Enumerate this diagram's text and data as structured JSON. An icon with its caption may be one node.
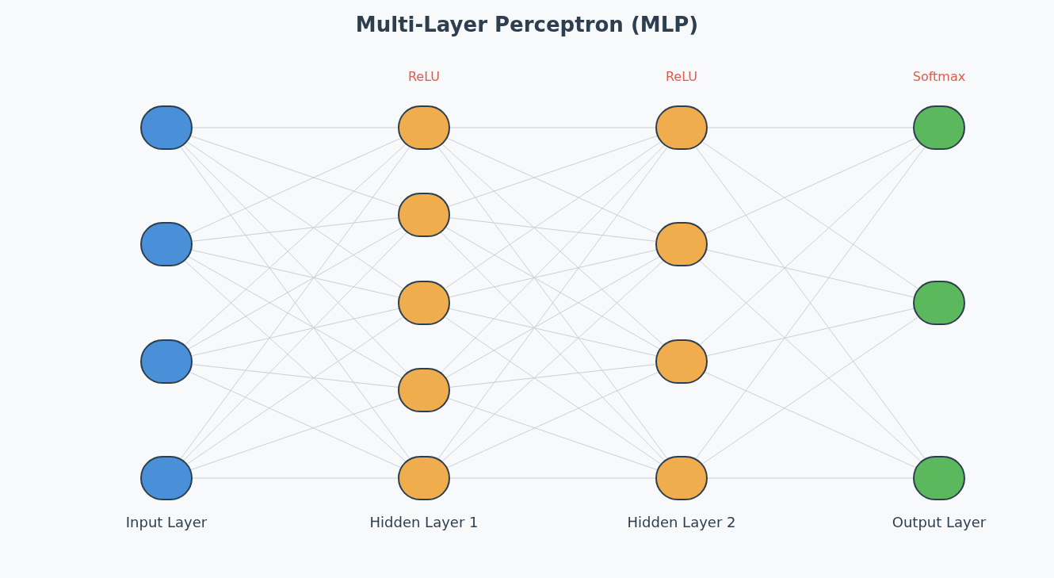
{
  "diagram": {
    "title": "Multi-Layer Perceptron (MLP)",
    "nodes": [
      {
        "text": [],
        "shape": "circle"
      },
      {
        "text": [],
        "shape": "circle"
      },
      {
        "text": [],
        "shape": "circle"
      },
      {
        "text": [],
        "shape": "circle"
      },
      {
        "text": [],
        "shape": "circle"
      },
      {
        "text": [],
        "shape": "circle"
      },
      {
        "text": [],
        "shape": "circle"
      },
      {
        "text": [],
        "shape": "circle"
      },
      {
        "text": [],
        "shape": "circle"
      },
      {
        "text": [],
        "shape": "circle"
      },
      {
        "text": [],
        "shape": "circle"
      },
      {
        "text": [],
        "shape": "circle"
      },
      {
        "text": [],
        "shape": "circle"
      },
      {
        "text": [],
        "shape": "circle"
      },
      {
        "text": [],
        "shape": "circle"
      },
      {
        "text": [],
        "shape": "circle"
      }
    ],
    "edges": [
      {
        "from": 0,
        "to": 4,
        "arrow": "none"
      },
      {
        "from": 0,
        "to": 5,
        "arrow": "none"
      },
      {
        "from": 0,
        "to": 6,
        "arrow": "none"
      },
      {
        "from": 0,
        "to": 7,
        "arrow": "none"
      },
      {
        "from": 0,
        "to": 8,
        "arrow": "none"
      },
      {
        "from": 1,
        "to": 4,
        "arrow": "none"
      },
      {
        "from": 1,
        "to": 5,
        "arrow": "none"
      },
      {
        "from": 1,
        "to": 6,
        "arrow": "none"
      },
      {
        "from": 1,
        "to": 7,
        "arrow": "none"
      },
      {
        "from": 1,
        "to": 8,
        "arrow": "none"
      },
      {
        "from": 2,
        "to": 4,
        "arrow": "none"
      },
      {
        "from": 2,
        "to": 5,
        "arrow": "none"
      },
      {
        "from": 2,
        "to": 6,
        "arrow": "none"
      },
      {
        "from": 2,
        "to": 7,
        "arrow": "none"
      },
      {
        "from": 2,
        "to": 8,
        "arrow": "none"
      },
      {
        "from": 3,
        "to": 4,
        "arrow": "none"
      },
      {
        "from": 3,
        "to": 5,
        "arrow": "none"
      },
      {
        "from": 3,
        "to": 6,
        "arrow": "none"
      },
      {
        "from": 3,
        "to": 7,
        "arrow": "none"
      },
      {
        "from": 3,
        "to": 8,
        "arrow": "none"
      },
      {
        "from": 4,
        "to": 9,
        "arrow": "none"
      },
      {
        "from": 4,
        "to": 10,
        "arrow": "none"
      },
      {
        "from": 4,
        "to": 11,
        "arrow": "none"
      },
      {
        "from": 4,
        "to": 12,
        "arrow": "none"
      },
      {
        "from": 5,
        "to": 9,
        "arrow": "none"
      },
      {
        "from": 5,
        "to": 10,
        "arrow": "none"
      },
      {
        "from": 5,
        "to": 11,
        "arrow": "none"
      },
      {
        "from": 5,
        "to": 12,
        "arrow": "none"
      },
      {
        "from": 6,
        "to": 9,
        "arrow": "none"
      },
      {
        "from": 6,
        "to": 10,
        "arrow": "none"
      },
      {
        "from": 6,
        "to": 11,
        "arrow": "none"
      },
      {
        "from": 6,
        "to": 12,
        "arrow": "none"
      },
      {
        "from": 7,
        "to": 9,
        "arrow": "none"
      },
      {
        "from": 7,
        "to": 10,
        "arrow": "none"
      },
      {
        "from": 7,
        "to": 11,
        "arrow": "none"
      },
      {
        "from": 7,
        "to": 12,
        "arrow": "none"
      },
      {
        "from": 8,
        "to": 9,
        "arrow": "none"
      },
      {
        "from": 8,
        "to": 10,
        "arrow": "none"
      },
      {
        "from": 8,
        "to": 11,
        "arrow": "none"
      },
      {
        "from": 8,
        "to": 12,
        "arrow": "none"
      },
      {
        "from": 9,
        "to": 13,
        "arrow": "none"
      },
      {
        "from": 9,
        "to": 14,
        "arrow": "none"
      },
      {
        "from": 9,
        "to": 15,
        "arrow": "none"
      },
      {
        "from": 10,
        "to": 13,
        "arrow": "none"
      },
      {
        "from": 10,
        "to": 14,
        "arrow": "none"
      },
      {
        "from": 10,
        "to": 15,
        "arrow": "none"
      },
      {
        "from": 11,
        "to": 13,
        "arrow": "none"
      },
      {
        "from": 11,
        "to": 14,
        "arrow": "none"
      },
      {
        "from": 11,
        "to": 15,
        "arrow": "none"
      },
      {
        "from": 12,
        "to": 13,
        "arrow": "none"
      },
      {
        "from": 12,
        "to": 14,
        "arrow": "none"
      },
      {
        "from": 12,
        "to": 15,
        "arrow": "none"
      }
    ],
    "labels": [
      "ReLU",
      "ReLU",
      "Softmax",
      "Input Layer",
      "Hidden Layer 1",
      "Hidden Layer 2",
      "Output Layer"
    ]
  }
}
